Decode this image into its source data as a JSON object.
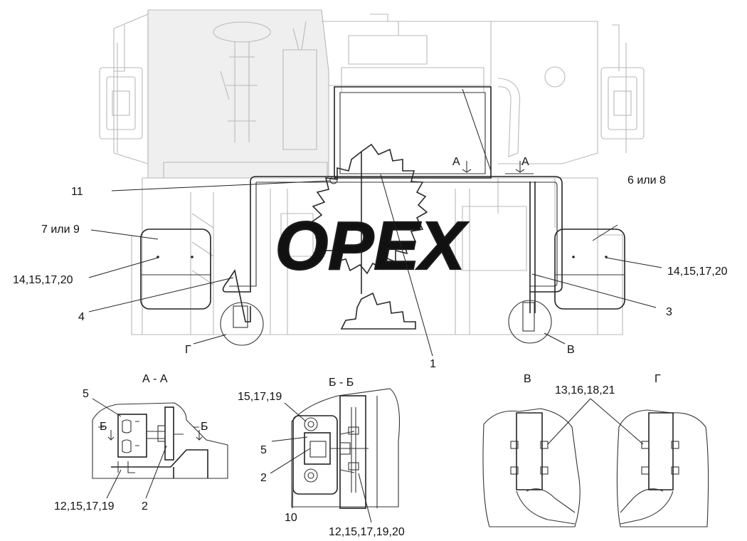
{
  "watermark": {
    "text": "OPEX"
  },
  "callouts": {
    "c1": "1",
    "c3": "3",
    "c4": "4",
    "c6_8": "6 или 8",
    "c7_9": "7 или 9",
    "c11": "11",
    "c14_left": "14,15,17,20",
    "c14_right": "14,15,17,20",
    "section_A_left": "А",
    "section_A_right": "А",
    "view_G": "Г",
    "view_V": "В"
  },
  "detail_AA": {
    "title": "А - А",
    "c5": "5",
    "c2": "2",
    "c12": "12,15,17,19",
    "section_B_left": "Б",
    "section_B_right": "Б"
  },
  "detail_BB": {
    "title": "Б - Б",
    "c15": "15,17,19",
    "c5": "5",
    "c2": "2",
    "c10": "10",
    "c12": "12,15,17,19,20"
  },
  "detail_V": {
    "title": "В"
  },
  "detail_G": {
    "title": "Г"
  },
  "detail_VG": {
    "c13": "13,16,18,21"
  }
}
